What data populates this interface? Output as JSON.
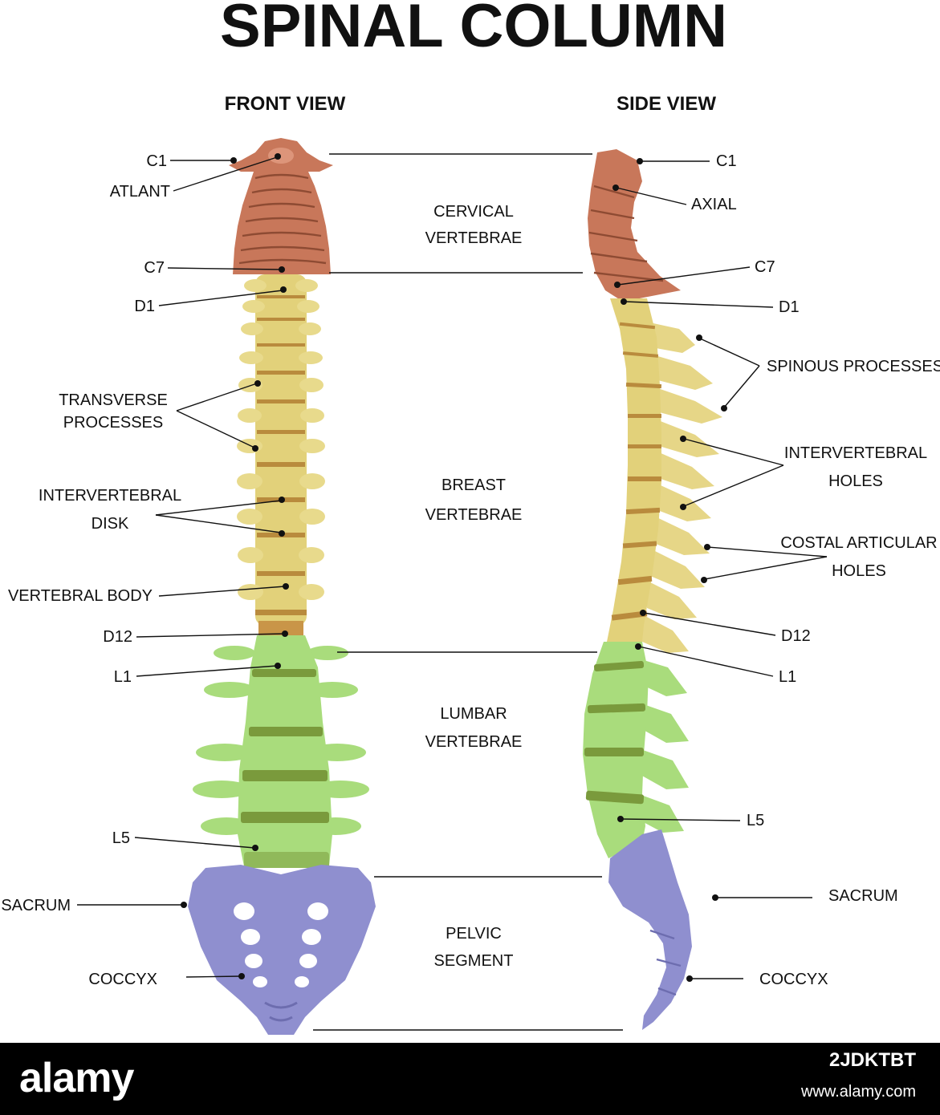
{
  "title": "SPINAL COLUMN",
  "views": {
    "front": "FRONT VIEW",
    "side": "SIDE VIEW"
  },
  "segments": {
    "cervical": [
      "CERVICAL",
      "VERTEBRAE"
    ],
    "breast": [
      "BREAST",
      "VERTEBRAE"
    ],
    "lumbar": [
      "LUMBAR",
      "VERTEBRAE"
    ],
    "pelvic": [
      "PELVIC",
      "SEGMENT"
    ]
  },
  "front_labels": {
    "c1": "C1",
    "atlant": "ATLANT",
    "c7": "C7",
    "d1": "D1",
    "transverse": [
      "TRANSVERSE",
      "PROCESSES"
    ],
    "disk": [
      "INTERVERTEBRAL",
      "DISK"
    ],
    "body": "VERTEBRAL  BODY",
    "d12": "D12",
    "l1": "L1",
    "l5": "L5",
    "sacrum": "SACRUM",
    "coccyx": "COCCYX"
  },
  "side_labels": {
    "c1": "C1",
    "axial": "AXIAL",
    "c7": "C7",
    "d1": "D1",
    "spinous": "SPINOUS  PROCESSES",
    "holes": [
      "INTERVERTEBRAL",
      "HOLES"
    ],
    "costal": [
      "COSTAL  ARTICULAR",
      "HOLES"
    ],
    "d12": "D12",
    "l1": "L1",
    "l5": "L5",
    "sacrum": "SACRUM",
    "coccyx": "COCCYX"
  },
  "colors": {
    "cervical": "#c8775a",
    "thoracic": "#e2d17a",
    "lumbar": "#a9dc7c",
    "sacral": "#8f8fcf",
    "disk_thoracic": "#b98b3d",
    "disk_lumbar": "#7a9a3c"
  },
  "watermark": {
    "brand": "alamy",
    "image_id": "2JDKTBT",
    "url": "www.alamy.com"
  }
}
